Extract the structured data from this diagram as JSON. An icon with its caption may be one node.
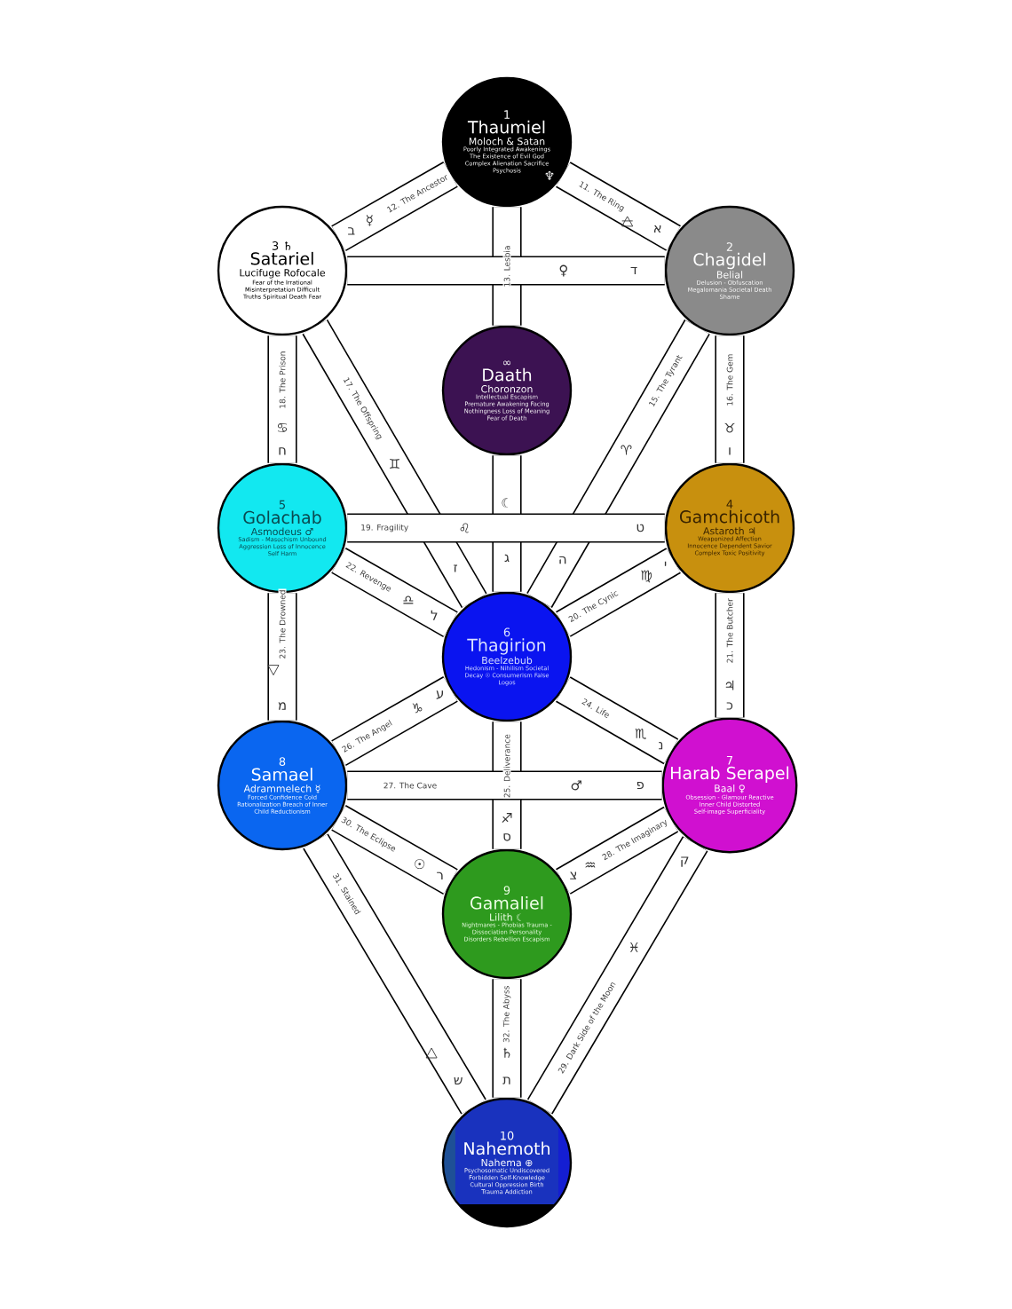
{
  "diagram": {
    "nodes": [
      {
        "text": [
          "1",
          "Thaumiel",
          "Moloch & Satan",
          "Poorly Integrated Awakenings The Existence of Evil God Complex Alienation Sacrifice Psychosis",
          "♆"
        ]
      },
      {
        "text": [
          "3 ♄",
          "Satariel",
          "Lucifuge Rofocale",
          "Fear of the Irrational Misinterpretation Difficult Truths Spiritual Death Fear"
        ]
      },
      {
        "text": [
          "2",
          "Chagidel",
          "Belial",
          "Delusion - Obfuscation Megalomania Societal Death Shame"
        ]
      },
      {
        "text": [
          "∞",
          "Daath",
          "Choronzon",
          "Intellectual Escapism Premature Awakening Facing Nothingness Loss of Meaning Fear of Death"
        ]
      },
      {
        "text": [
          "5",
          "Golachab",
          "Asmodeus ♂",
          "Sadism - Masochism Unbound Aggression Loss of Innocence Self Harm"
        ]
      },
      {
        "text": [
          "4",
          "Gamchicoth",
          "Astaroth ♃",
          "Weaponized Affection Innocence Dependent Savior Complex Toxic Positivity"
        ]
      },
      {
        "text": [
          "6",
          "Thagirion",
          "Beelzebub",
          "Hedonism - Nihilism Societal Decay ☉ Consumerism False Logos"
        ]
      },
      {
        "text": [
          "8",
          "Samael",
          "Adrammelech ☿",
          "Forced Confidence Cold Rationalization Breach of Inner Child Reductionism"
        ]
      },
      {
        "text": [
          "7",
          "Harab Serapel",
          "Baal ♀",
          "Obsession - Glamour Reactive Inner Child Distorted Self-image Superficiality"
        ]
      },
      {
        "text": [
          "9",
          "Gamaliel",
          "Lilith ☾",
          "Nightmares - Phobias Trauma - Dissociation Personality Disorders Rebellion Escapism"
        ]
      },
      {
        "text": [
          "10",
          "Nahemoth",
          "Nahema ⊕",
          "Psychosomatic Undiscovered Forbidden Self-Knowledge Cultural Oppression Birth Trauma Addiction"
        ]
      }
    ],
    "edges": [
      {
        "from": 0,
        "to": 2,
        "arrow": "none",
        "label": "11. The Ring"
      },
      {
        "from": 0,
        "to": 1,
        "arrow": "none",
        "label": "12. The Ancestor"
      },
      {
        "from": 0,
        "to": 3,
        "arrow": "none",
        "label": "13. Lesbia"
      },
      {
        "from": 3,
        "to": 6,
        "arrow": "none"
      },
      {
        "from": 1,
        "to": 2,
        "arrow": "none"
      },
      {
        "from": 2,
        "to": 6,
        "arrow": "none",
        "label": "15. The Tyrant"
      },
      {
        "from": 2,
        "to": 5,
        "arrow": "none",
        "label": "16. The Gem"
      },
      {
        "from": 1,
        "to": 6,
        "arrow": "none",
        "label": "17. The Offspring"
      },
      {
        "from": 1,
        "to": 4,
        "arrow": "none",
        "label": "18. The Prison"
      },
      {
        "from": 4,
        "to": 5,
        "arrow": "none",
        "label": "19. Fragility"
      },
      {
        "from": 5,
        "to": 6,
        "arrow": "none",
        "label": "20. The Cynic"
      },
      {
        "from": 5,
        "to": 8,
        "arrow": "none",
        "label": "21. The Butcher"
      },
      {
        "from": 4,
        "to": 6,
        "arrow": "none",
        "label": "22. Revenge"
      },
      {
        "from": 4,
        "to": 7,
        "arrow": "none",
        "label": "23. The Drowned"
      },
      {
        "from": 6,
        "to": 8,
        "arrow": "none",
        "label": "24. Life"
      },
      {
        "from": 6,
        "to": 9,
        "arrow": "none",
        "label": "25. Deliverance"
      },
      {
        "from": 6,
        "to": 7,
        "arrow": "none",
        "label": "26. The Angel"
      },
      {
        "from": 7,
        "to": 8,
        "arrow": "none",
        "label": "27. The Cave"
      },
      {
        "from": 8,
        "to": 9,
        "arrow": "none",
        "label": "28. The Imaginary"
      },
      {
        "from": 8,
        "to": 10,
        "arrow": "none",
        "label": "29. Dark Side of the Moon"
      },
      {
        "from": 7,
        "to": 9,
        "arrow": "none",
        "label": "30. The Eclipse"
      },
      {
        "from": 7,
        "to": 10,
        "arrow": "none",
        "label": "31. Stained"
      },
      {
        "from": 9,
        "to": 10,
        "arrow": "none",
        "label": "32. The Abyss"
      }
    ],
    "labels": [
      "א",
      "☿",
      "ב",
      "☾",
      "ג",
      "♀",
      "ד",
      "♈",
      "ה",
      "♉",
      "ו",
      "♊",
      "ז",
      "♋",
      "ח",
      "♌",
      "ט",
      "♍",
      "י",
      "♃",
      "כ",
      "♎",
      "ל",
      "מ",
      "♏",
      "נ",
      "♐",
      "ס",
      "♑",
      "ע",
      "♂",
      "פ",
      "♒",
      "צ",
      "♓",
      "ק",
      "☉",
      "ר",
      "ש",
      "♄",
      "ת"
    ]
  }
}
